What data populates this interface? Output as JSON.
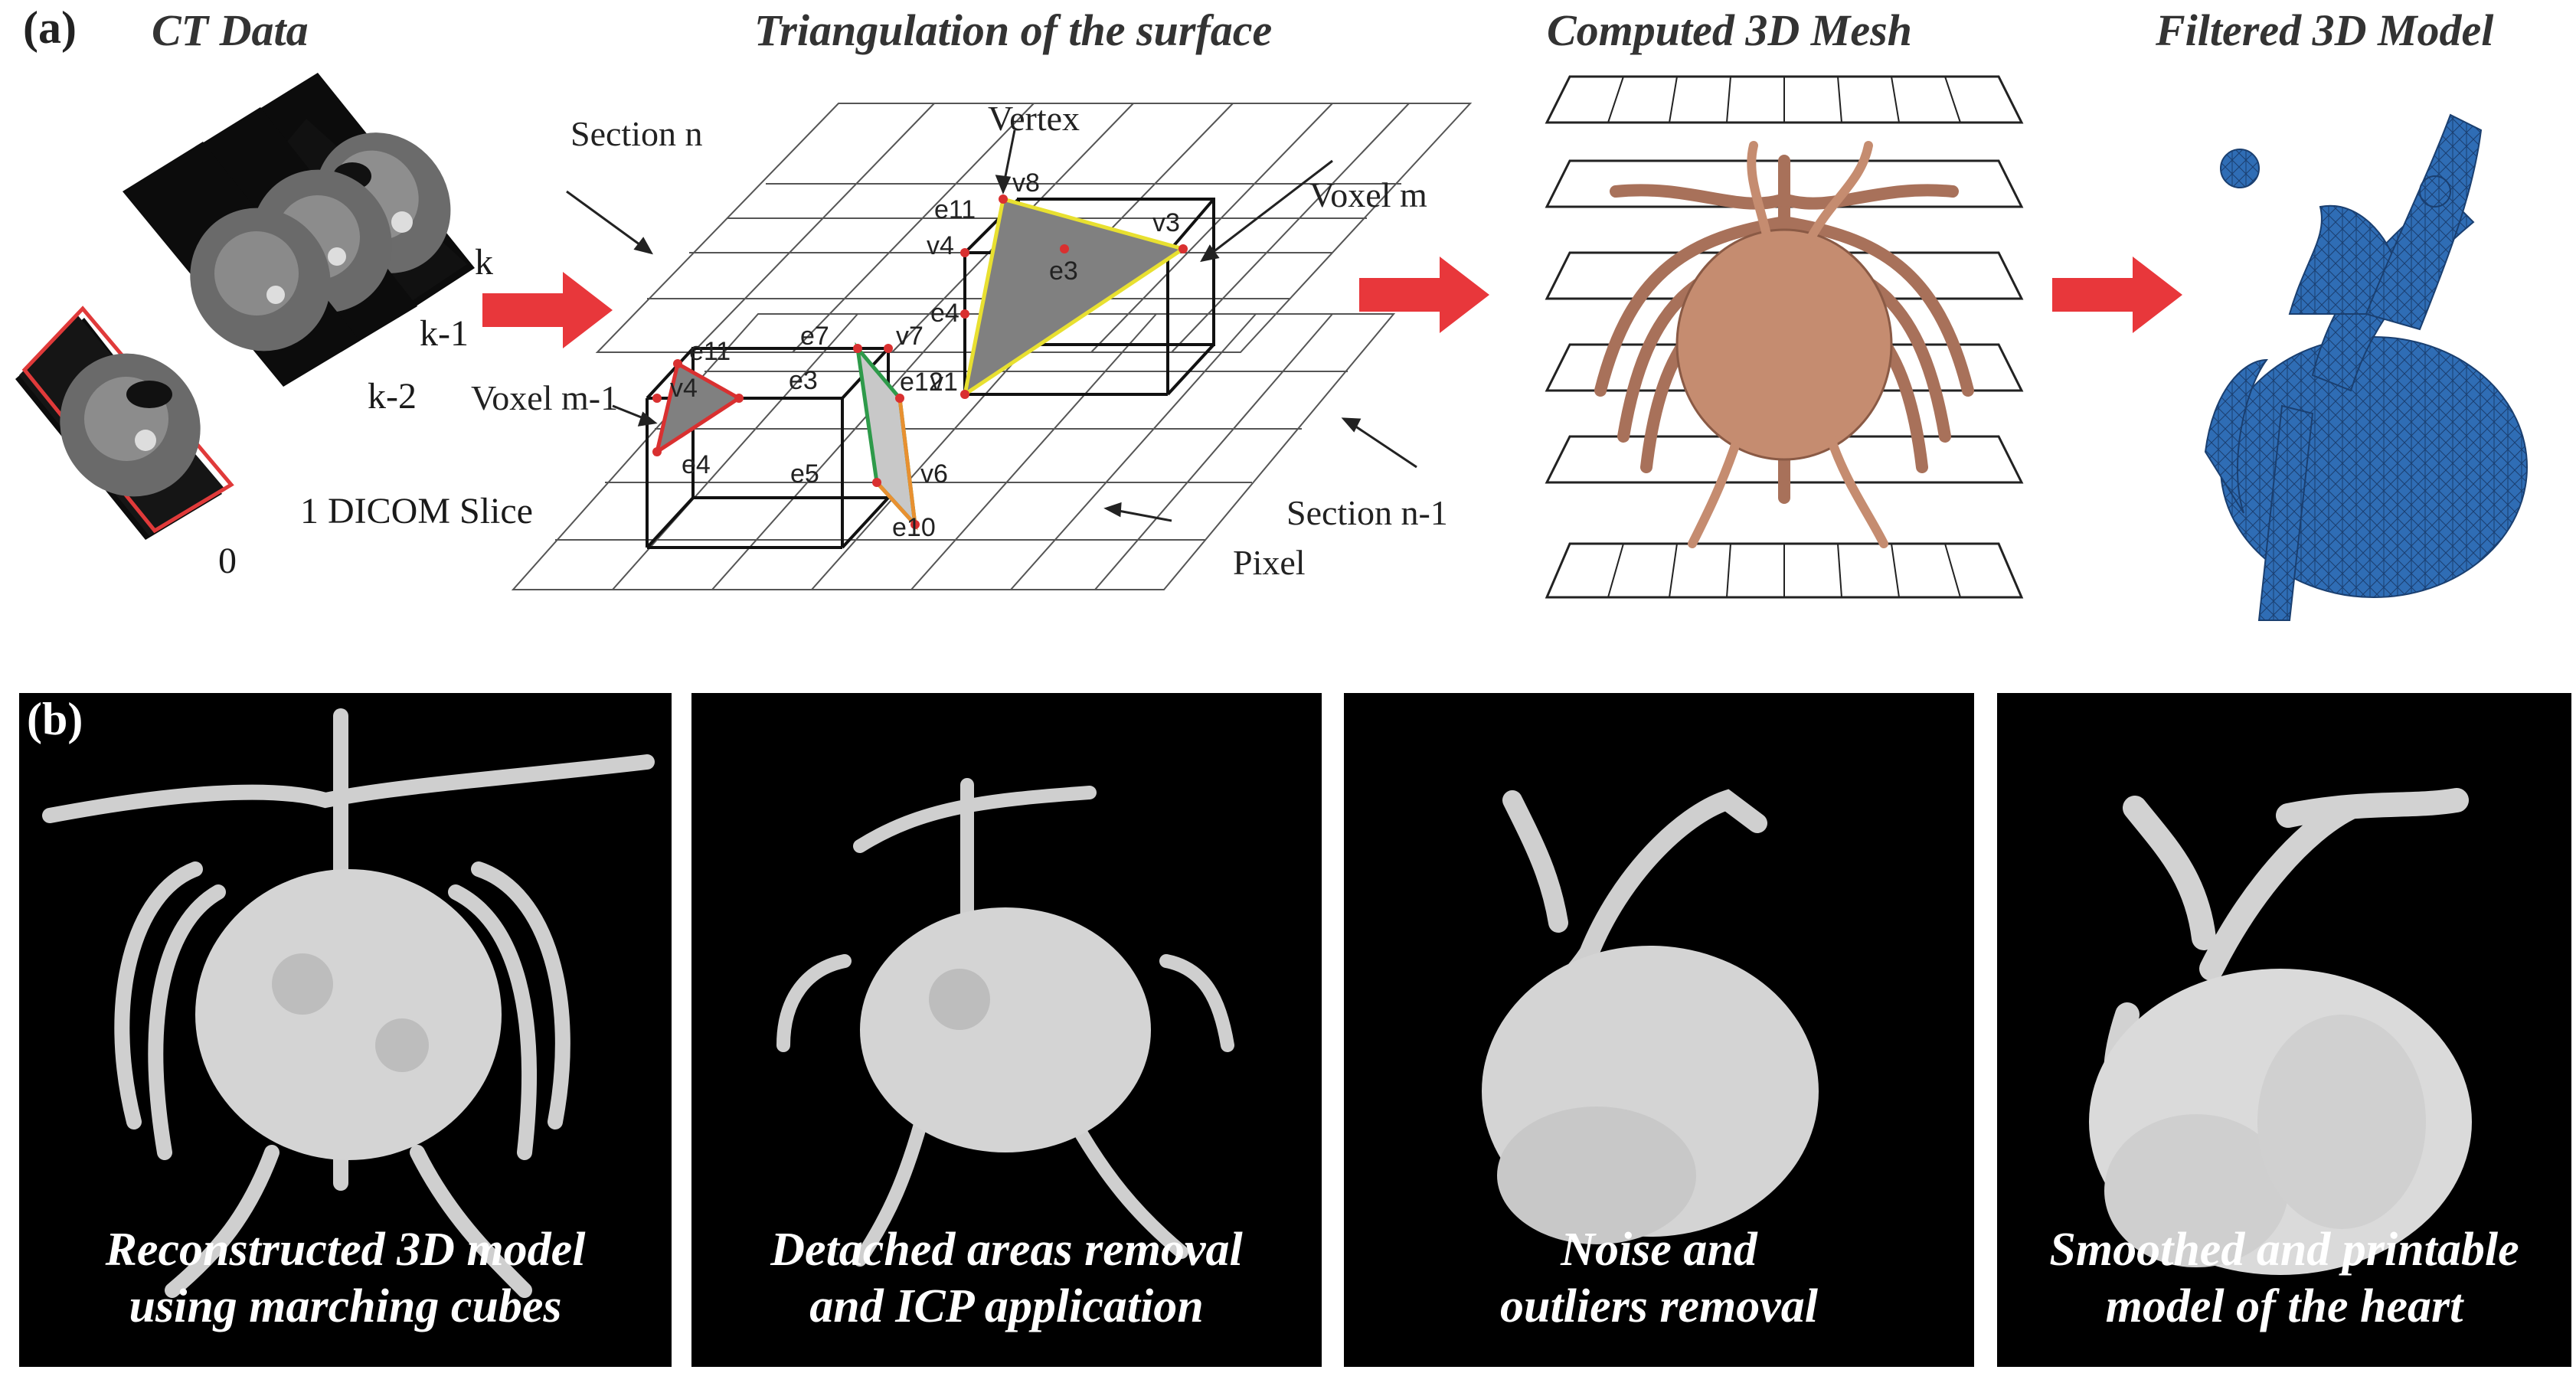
{
  "panel_a": {
    "label": "(a)",
    "headings": {
      "ct": "CT Data",
      "triangulation": "Triangulation of the surface",
      "mesh": "Computed 3D Mesh",
      "filtered": "Filtered 3D Model"
    },
    "ct_labels": {
      "k": "k",
      "k1": "k-1",
      "k2": "k-2",
      "dicom": "1 DICOM Slice",
      "zero": "0"
    },
    "tri_labels": {
      "section_n": "Section n",
      "section_n1": "Section n-1",
      "voxel_m": "Voxel m",
      "voxel_m1": "Voxel m-1",
      "vertex": "Vertex",
      "pixel": "Pixel",
      "v8": "v8",
      "e11a": "e11",
      "v3": "v3",
      "v4a": "v4",
      "e3a": "e3",
      "e4a": "e4",
      "v1": "v1",
      "e11b": "e11",
      "v4b": "v4",
      "e3b": "e3",
      "e4b": "e4",
      "e7": "e7",
      "v7": "v7",
      "e12": "e12",
      "e5": "e5",
      "v6": "v6",
      "e10": "e10"
    },
    "colors": {
      "arrow": "#e8373b",
      "mesh": "#c58c70",
      "model": "#2f6db5"
    }
  },
  "panel_b": {
    "label": "(b)",
    "captions": [
      [
        "Reconstructed 3D model",
        "using marching cubes"
      ],
      [
        "Detached areas removal",
        "and ICP application"
      ],
      [
        "Noise and",
        "outliers removal"
      ],
      [
        "Smoothed and printable",
        "model of the heart"
      ]
    ]
  }
}
